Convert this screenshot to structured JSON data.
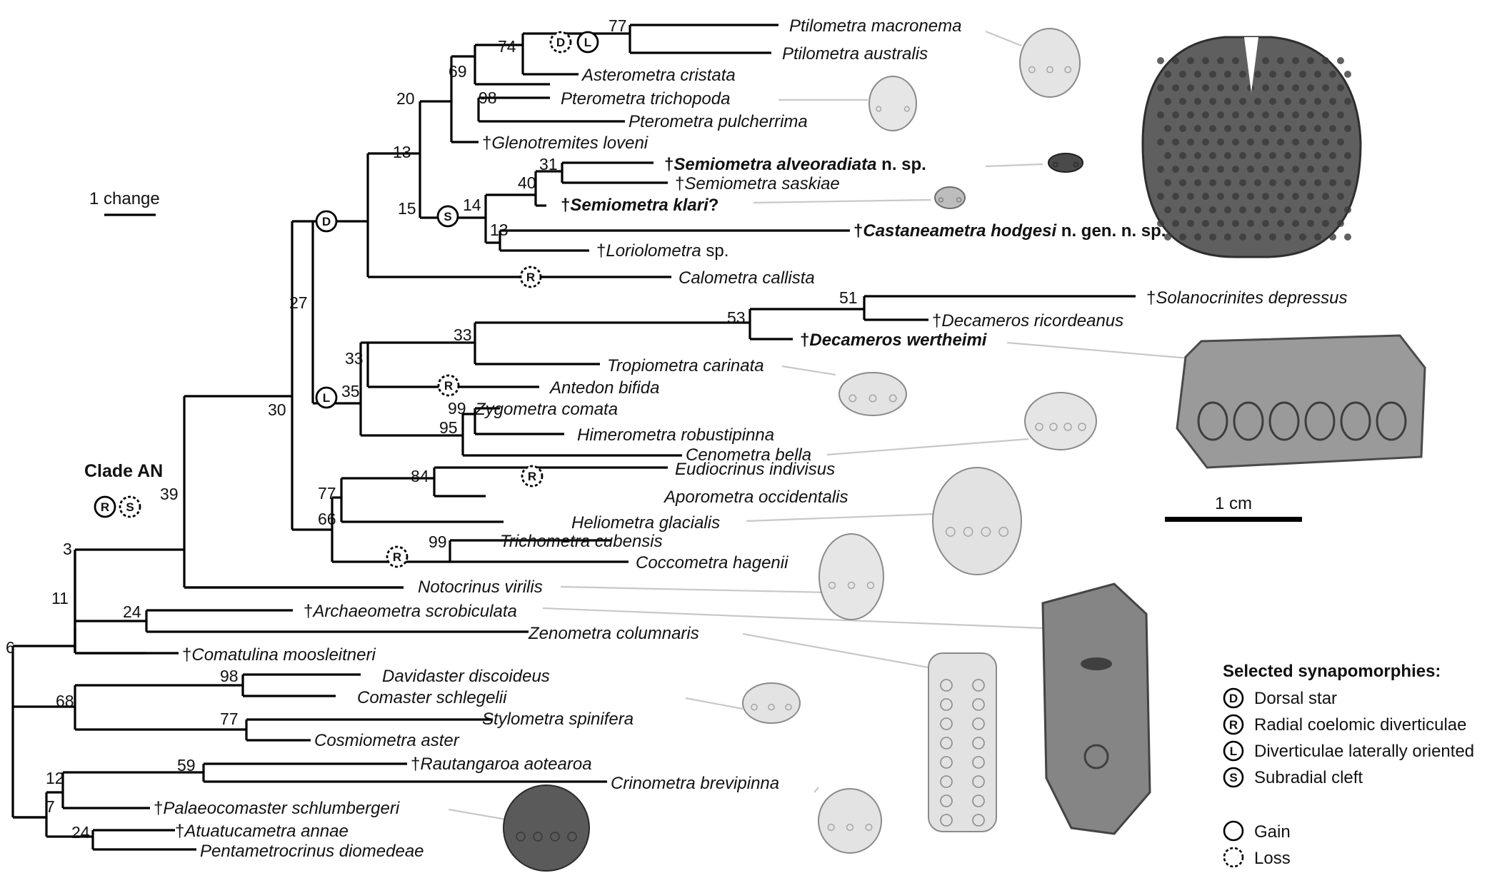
{
  "figure": {
    "scale_bar_label": "1 change",
    "size_bar_label": "1 cm",
    "clade_label": "Clade AN",
    "dagger": "†"
  },
  "taxa": [
    {
      "name": "Ptilometra macronema",
      "suffix": "",
      "fossil": false,
      "bold": false
    },
    {
      "name": "Ptilometra australis",
      "suffix": "",
      "fossil": false,
      "bold": false
    },
    {
      "name": "Asterometra cristata",
      "suffix": "",
      "fossil": false,
      "bold": false
    },
    {
      "name": "Pterometra trichopoda",
      "suffix": "",
      "fossil": false,
      "bold": false
    },
    {
      "name": "Pterometra pulcherrima",
      "suffix": "",
      "fossil": false,
      "bold": false
    },
    {
      "name": "Glenotremites loveni",
      "suffix": "",
      "fossil": true,
      "bold": false
    },
    {
      "name": "Semiometra alveoradiata",
      "suffix": " n. sp.",
      "fossil": true,
      "bold": true
    },
    {
      "name": "Semiometra saskiae",
      "suffix": "",
      "fossil": true,
      "bold": false
    },
    {
      "name": "Semiometra klari",
      "suffix": "?",
      "fossil": true,
      "bold": true
    },
    {
      "name": "Castaneametra hodgesi",
      "suffix": " n. gen. n. sp.",
      "fossil": true,
      "bold": true
    },
    {
      "name": "Loriolometra",
      "suffix": " sp.",
      "fossil": true,
      "bold": false
    },
    {
      "name": "Calometra  callista",
      "suffix": "",
      "fossil": false,
      "bold": false
    },
    {
      "name": "Solanocrinites depressus",
      "suffix": "",
      "fossil": true,
      "bold": false
    },
    {
      "name": "Decameros ricordeanus",
      "suffix": "",
      "fossil": true,
      "bold": false
    },
    {
      "name": "Decameros wertheimi",
      "suffix": "",
      "fossil": true,
      "bold": true
    },
    {
      "name": "Tropiometra carinata",
      "suffix": "",
      "fossil": false,
      "bold": false
    },
    {
      "name": "Antedon bifida",
      "suffix": "",
      "fossil": false,
      "bold": false
    },
    {
      "name": "Zygometra comata",
      "suffix": "",
      "fossil": false,
      "bold": false
    },
    {
      "name": "Himerometra  robustipinna",
      "suffix": "",
      "fossil": false,
      "bold": false
    },
    {
      "name": "Cenometra bella",
      "suffix": "",
      "fossil": false,
      "bold": false
    },
    {
      "name": "Eudiocrinus indivisus",
      "suffix": "",
      "fossil": false,
      "bold": false
    },
    {
      "name": "Aporometra occidentalis",
      "suffix": "",
      "fossil": false,
      "bold": false
    },
    {
      "name": "Heliometra glacialis",
      "suffix": "",
      "fossil": false,
      "bold": false
    },
    {
      "name": "Trichometra cubensis",
      "suffix": "",
      "fossil": false,
      "bold": false
    },
    {
      "name": "Coccometra hagenii",
      "suffix": "",
      "fossil": false,
      "bold": false
    },
    {
      "name": "Notocrinus virilis",
      "suffix": "",
      "fossil": false,
      "bold": false
    },
    {
      "name": "Archaeometra scrobiculata",
      "suffix": "",
      "fossil": true,
      "bold": false
    },
    {
      "name": "Zenometra columnaris",
      "suffix": "",
      "fossil": false,
      "bold": false
    },
    {
      "name": "Comatulina moosleitneri",
      "suffix": "",
      "fossil": true,
      "bold": false
    },
    {
      "name": "Davidaster  discoideus",
      "suffix": "",
      "fossil": false,
      "bold": false
    },
    {
      "name": "Comaster  schlegelii",
      "suffix": "",
      "fossil": false,
      "bold": false
    },
    {
      "name": "Stylometra spinifera",
      "suffix": "",
      "fossil": false,
      "bold": false
    },
    {
      "name": "Cosmiometra  aster",
      "suffix": "",
      "fossil": false,
      "bold": false
    },
    {
      "name": "Rautangaroa aotearoa",
      "suffix": "",
      "fossil": true,
      "bold": false
    },
    {
      "name": "Crinometra  brevipinna",
      "suffix": "",
      "fossil": false,
      "bold": false
    },
    {
      "name": "Palaeocomaster schlumbergeri",
      "suffix": "",
      "fossil": true,
      "bold": false
    },
    {
      "name": "Atuatucametra annae",
      "suffix": "",
      "fossil": true,
      "bold": false
    },
    {
      "name": "Pentametrocrinus diomedeae",
      "suffix": "",
      "fossil": false,
      "bold": false
    }
  ],
  "support_values": [
    "77",
    "74",
    "69",
    "98",
    "20",
    "13",
    "31",
    "40",
    "14",
    "13",
    "15",
    "51",
    "53",
    "33",
    "33",
    "35",
    "27",
    "99",
    "95",
    "84",
    "77",
    "66",
    "99",
    "30",
    "39",
    "3",
    "24",
    "11",
    "98",
    "77",
    "68",
    "59",
    "12",
    "24",
    "7",
    "6"
  ],
  "markers": [
    {
      "glyph": "D",
      "type": "loss"
    },
    {
      "glyph": "L",
      "type": "gain"
    },
    {
      "glyph": "D",
      "type": "gain"
    },
    {
      "glyph": "S",
      "type": "gain"
    },
    {
      "glyph": "R",
      "type": "loss"
    },
    {
      "glyph": "L",
      "type": "gain"
    },
    {
      "glyph": "R",
      "type": "loss"
    },
    {
      "glyph": "R",
      "type": "loss"
    },
    {
      "glyph": "R",
      "type": "loss"
    },
    {
      "glyph": "R",
      "type": "gain"
    },
    {
      "glyph": "S",
      "type": "loss"
    }
  ],
  "legend": {
    "title": "Selected synapomorphies:",
    "items": [
      {
        "glyph": "D",
        "label": "Dorsal star"
      },
      {
        "glyph": "R",
        "label": "Radial coelomic diverticulae"
      },
      {
        "glyph": "L",
        "label": "Diverticulae laterally oriented"
      },
      {
        "glyph": "S",
        "label": "Subradial cleft"
      }
    ],
    "gain_label": "Gain",
    "loss_label": "Loss"
  }
}
